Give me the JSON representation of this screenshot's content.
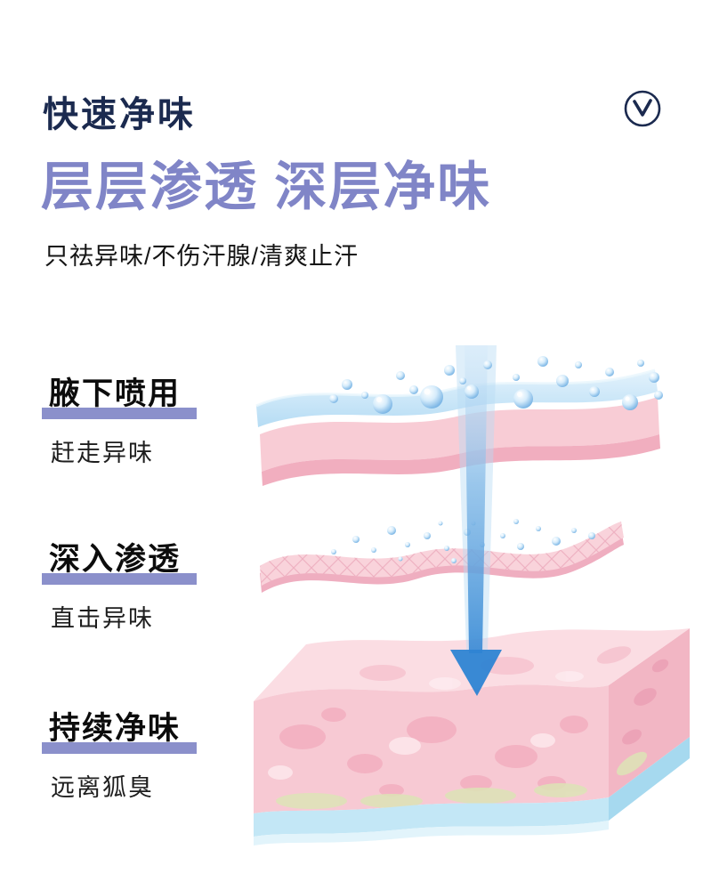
{
  "header": {
    "kicker": "快速净味",
    "title": "层层渗透 深层净味",
    "subtitle": "只祛异味/不伤汗腺/清爽止汗"
  },
  "steps": [
    {
      "title": "腋下喷用",
      "desc": "赶走异味"
    },
    {
      "title": "深入渗透",
      "desc": "直击异味"
    },
    {
      "title": "持续净味",
      "desc": "远离狐臭"
    }
  ],
  "icons": {
    "badge": "chevron-down-in-circle",
    "illustration": "skin-layers-penetration-diagram"
  },
  "colors": {
    "navy": "#1b2a4f",
    "purple": "#8085c7",
    "underline": "#8b90cb",
    "beam_blue": "#2e84d3",
    "skin_pink": "#f7c9d3",
    "surface_blue": "#b5dcf4"
  }
}
